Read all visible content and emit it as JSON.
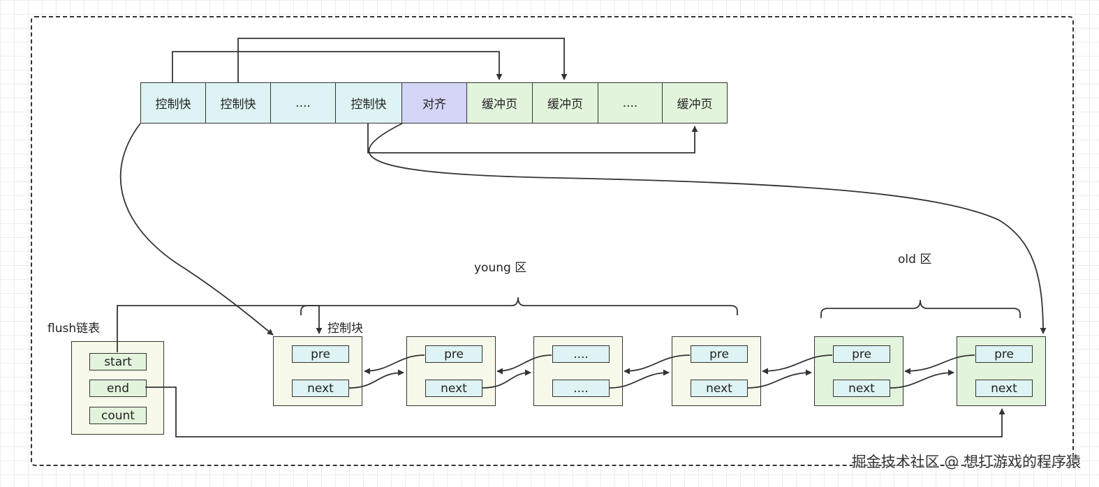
{
  "memory_row": [
    {
      "label": "控制快",
      "kind": "control"
    },
    {
      "label": "控制快",
      "kind": "control"
    },
    {
      "label": "....",
      "kind": "control"
    },
    {
      "label": "控制快",
      "kind": "control"
    },
    {
      "label": "对齐",
      "kind": "alignment"
    },
    {
      "label": "缓冲页",
      "kind": "buffer"
    },
    {
      "label": "缓冲页",
      "kind": "buffer"
    },
    {
      "label": "....",
      "kind": "buffer"
    },
    {
      "label": "缓冲页",
      "kind": "buffer"
    }
  ],
  "flush_list": {
    "title": "flush链表",
    "fields": [
      "start",
      "end",
      "count"
    ]
  },
  "lru_list": {
    "young_label": "young 区",
    "old_label": "old 区",
    "control_block_label": "控制块",
    "nodes": [
      {
        "pre": "pre",
        "next": "next",
        "zone": "young"
      },
      {
        "pre": "pre",
        "next": "next",
        "zone": "young"
      },
      {
        "pre": "....",
        "next": "....",
        "zone": "young"
      },
      {
        "pre": "pre",
        "next": "next",
        "zone": "young"
      },
      {
        "pre": "pre",
        "next": "next",
        "zone": "old"
      },
      {
        "pre": "pre",
        "next": "next",
        "zone": "old"
      }
    ]
  },
  "colors": {
    "control": "#def3f3",
    "alignment": "#d4d5f7",
    "buffer": "#e3f4dc",
    "young_node": "#f7f9ea",
    "old_node": "#e3f4dc",
    "line": "#333333"
  },
  "watermark": "掘金技术社区 @ 想打游戏的程序猿"
}
